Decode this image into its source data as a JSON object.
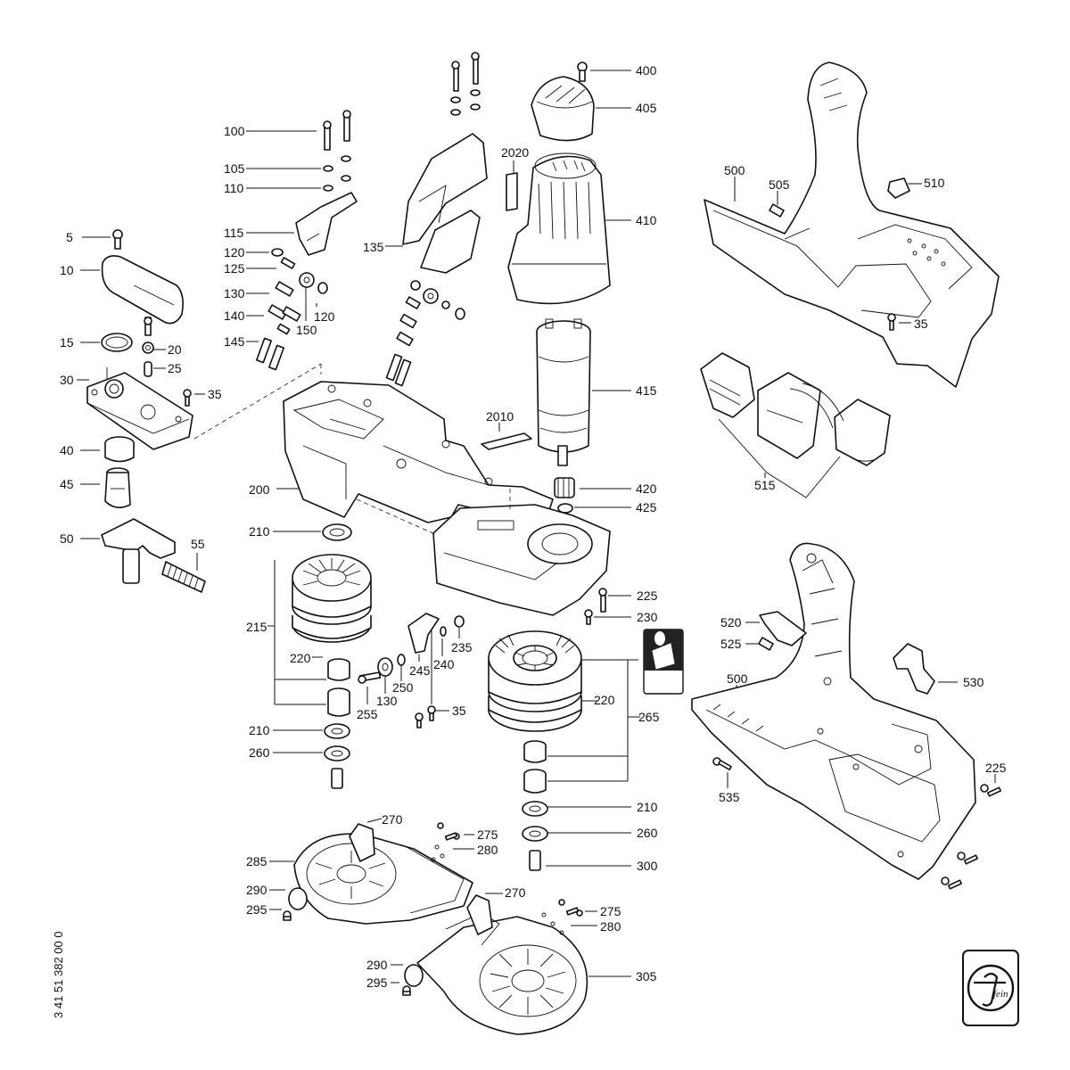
{
  "document": {
    "drawing_number": "3 41 51 382 00 0",
    "logo_text": "fein"
  },
  "labels": [
    {
      "id": "l5",
      "text": "5"
    },
    {
      "id": "l10",
      "text": "10"
    },
    {
      "id": "l15",
      "text": "15"
    },
    {
      "id": "l20",
      "text": "20"
    },
    {
      "id": "l25",
      "text": "25"
    },
    {
      "id": "l30",
      "text": "30"
    },
    {
      "id": "l35a",
      "text": "35"
    },
    {
      "id": "l40",
      "text": "40"
    },
    {
      "id": "l45",
      "text": "45"
    },
    {
      "id": "l50",
      "text": "50"
    },
    {
      "id": "l55",
      "text": "55"
    },
    {
      "id": "l100",
      "text": "100"
    },
    {
      "id": "l105",
      "text": "105"
    },
    {
      "id": "l110",
      "text": "110"
    },
    {
      "id": "l115",
      "text": "115"
    },
    {
      "id": "l120a",
      "text": "120"
    },
    {
      "id": "l125",
      "text": "125"
    },
    {
      "id": "l130a",
      "text": "130"
    },
    {
      "id": "l140",
      "text": "140"
    },
    {
      "id": "l145",
      "text": "145"
    },
    {
      "id": "l150",
      "text": "150"
    },
    {
      "id": "l120b",
      "text": "120"
    },
    {
      "id": "l135",
      "text": "135"
    },
    {
      "id": "l200",
      "text": "200"
    },
    {
      "id": "l210a",
      "text": "210"
    },
    {
      "id": "l215",
      "text": "215"
    },
    {
      "id": "l220a",
      "text": "220"
    },
    {
      "id": "l210b",
      "text": "210"
    },
    {
      "id": "l260a",
      "text": "260"
    },
    {
      "id": "l255",
      "text": "255"
    },
    {
      "id": "l130b",
      "text": "130"
    },
    {
      "id": "l250",
      "text": "250"
    },
    {
      "id": "l245",
      "text": "245"
    },
    {
      "id": "l240",
      "text": "240"
    },
    {
      "id": "l235",
      "text": "235"
    },
    {
      "id": "l35b",
      "text": "35"
    },
    {
      "id": "l225a",
      "text": "225"
    },
    {
      "id": "l230",
      "text": "230"
    },
    {
      "id": "l220b",
      "text": "220"
    },
    {
      "id": "l265",
      "text": "265"
    },
    {
      "id": "l210c",
      "text": "210"
    },
    {
      "id": "l260b",
      "text": "260"
    },
    {
      "id": "l300",
      "text": "300"
    },
    {
      "id": "l400",
      "text": "400"
    },
    {
      "id": "l405",
      "text": "405"
    },
    {
      "id": "l2020",
      "text": "2020"
    },
    {
      "id": "l410",
      "text": "410"
    },
    {
      "id": "l415",
      "text": "415"
    },
    {
      "id": "l2010",
      "text": "2010"
    },
    {
      "id": "l420",
      "text": "420"
    },
    {
      "id": "l425",
      "text": "425"
    },
    {
      "id": "l500a",
      "text": "500"
    },
    {
      "id": "l505",
      "text": "505"
    },
    {
      "id": "l510",
      "text": "510"
    },
    {
      "id": "l35c",
      "text": "35"
    },
    {
      "id": "l515",
      "text": "515"
    },
    {
      "id": "l520",
      "text": "520"
    },
    {
      "id": "l525",
      "text": "525"
    },
    {
      "id": "l530",
      "text": "530"
    },
    {
      "id": "l500b",
      "text": "500"
    },
    {
      "id": "l535",
      "text": "535"
    },
    {
      "id": "l225b",
      "text": "225"
    },
    {
      "id": "l270a",
      "text": "270"
    },
    {
      "id": "l275a",
      "text": "275"
    },
    {
      "id": "l280a",
      "text": "280"
    },
    {
      "id": "l285",
      "text": "285"
    },
    {
      "id": "l290a",
      "text": "290"
    },
    {
      "id": "l295a",
      "text": "295"
    },
    {
      "id": "l270b",
      "text": "270"
    },
    {
      "id": "l275b",
      "text": "275"
    },
    {
      "id": "l280b",
      "text": "280"
    },
    {
      "id": "l290b",
      "text": "290"
    },
    {
      "id": "l295b",
      "text": "295"
    },
    {
      "id": "l305",
      "text": "305"
    }
  ]
}
